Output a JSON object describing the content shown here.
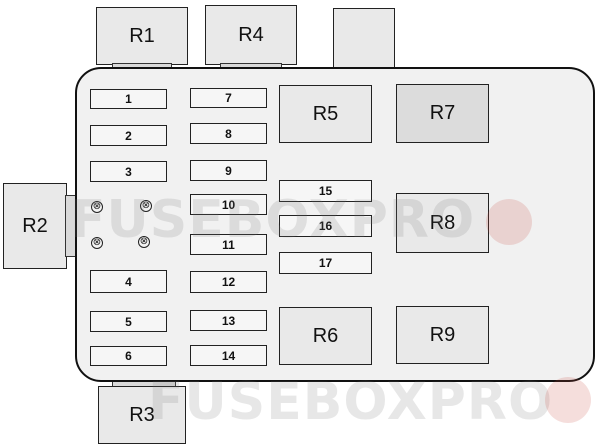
{
  "relays": {
    "r1": "R1",
    "r2": "R2",
    "r3": "R3",
    "r4": "R4",
    "r5": "R5",
    "r6": "R6",
    "r7": "R7",
    "r8": "R8",
    "r9": "R9"
  },
  "fuses": {
    "f1": "1",
    "f2": "2",
    "f3": "3",
    "f4": "4",
    "f5": "5",
    "f6": "6",
    "f7": "7",
    "f8": "8",
    "f9": "9",
    "f10": "10",
    "f11": "11",
    "f12": "12",
    "f13": "13",
    "f14": "14",
    "f15": "15",
    "f16": "16",
    "f17": "17"
  },
  "terminal_symbol": "⊗",
  "watermark": {
    "text": "FUSEBOXPRO"
  }
}
